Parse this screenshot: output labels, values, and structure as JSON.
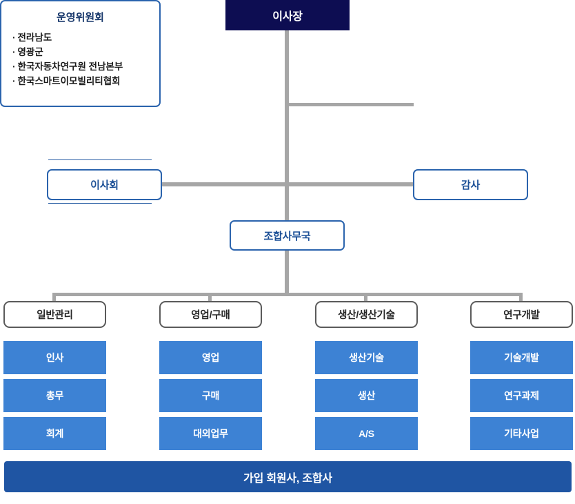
{
  "chart": {
    "title_box": {
      "label": "이사장"
    },
    "committee": {
      "title": "운영위원회",
      "bullet": "·",
      "items": [
        "전라남도",
        "영광군",
        "한국자동차연구원 전남본부",
        "한국스마트이모빌리티협회"
      ]
    },
    "board": {
      "label": "이사회"
    },
    "auditor": {
      "label": "감사"
    },
    "secretariat": {
      "label": "조합사무국"
    },
    "departments": [
      {
        "label": "일반관리",
        "children": [
          "인사",
          "총무",
          "회계"
        ]
      },
      {
        "label": "영업/구매",
        "children": [
          "영업",
          "구매",
          "대외업무"
        ]
      },
      {
        "label": "생산/생산기술",
        "children": [
          "생산기술",
          "생산",
          "A/S"
        ]
      },
      {
        "label": "연구개발",
        "children": [
          "기술개발",
          "연구과제",
          "기타사업"
        ]
      }
    ],
    "footer": {
      "label": "가입 회원사, 조합사"
    }
  },
  "colors": {
    "chair_bg": "#0d0d52",
    "outline_blue": "#2a63ad",
    "dept_border": "#5a5a5a",
    "sub_bg": "#3d82d4",
    "footer_bg": "#1f55a3",
    "connector": "#a6a6a6"
  }
}
